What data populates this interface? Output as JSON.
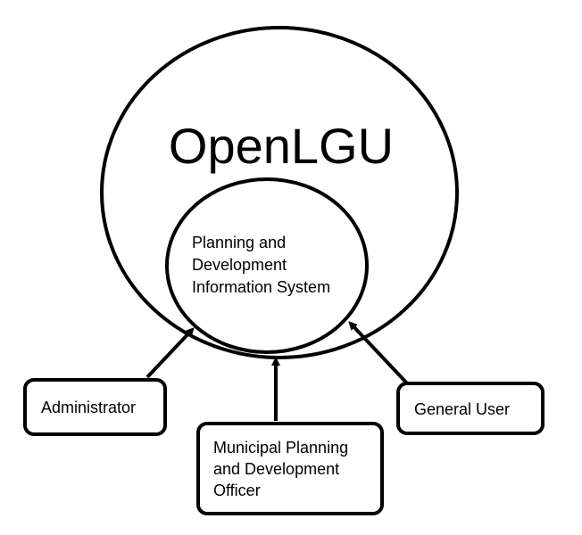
{
  "outer_system": {
    "title": "OpenLGU"
  },
  "inner_system": {
    "lines": [
      "Planning and",
      "Development",
      "Information System"
    ]
  },
  "actors": {
    "administrator": {
      "lines": [
        "Administrator"
      ]
    },
    "officer": {
      "lines": [
        "Municipal Planning",
        "and Development",
        "Officer"
      ]
    },
    "general_user": {
      "lines": [
        "General User"
      ]
    }
  },
  "colors": {
    "line": "#000000",
    "background": "#ffffff"
  }
}
